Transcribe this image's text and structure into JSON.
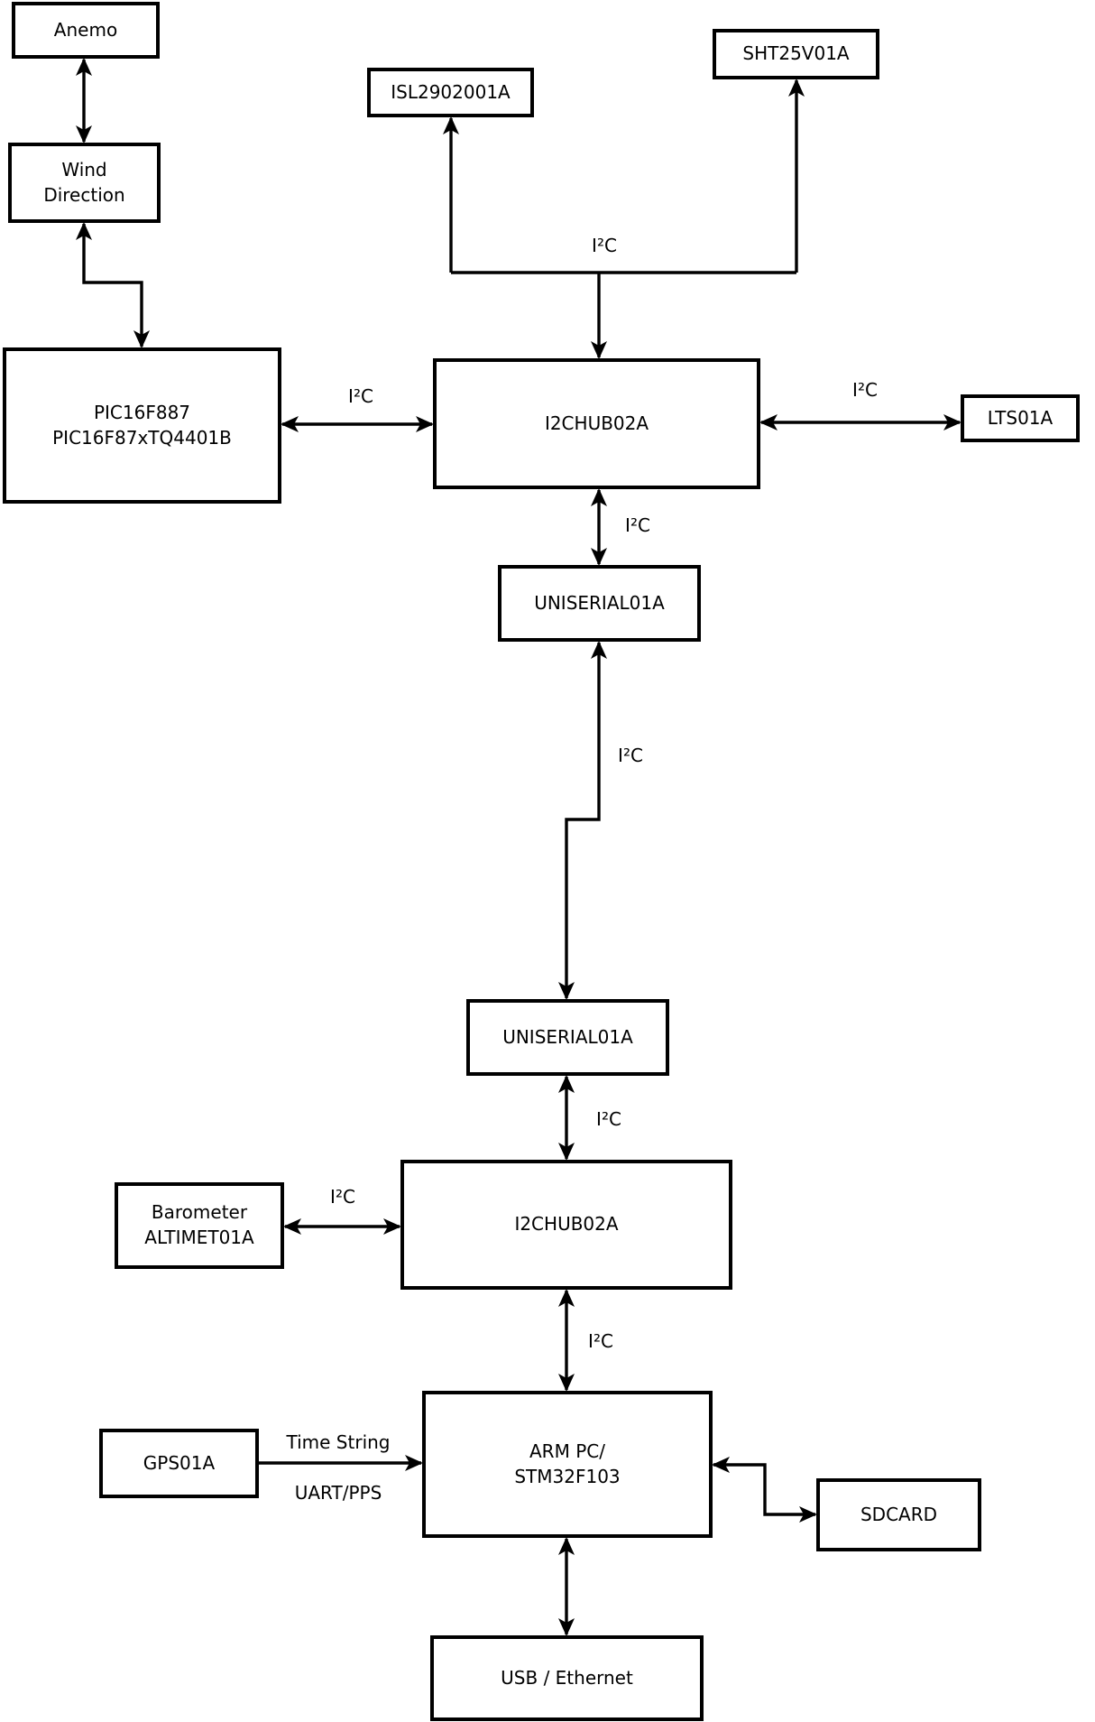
{
  "diagram": {
    "colors": {
      "line": "#000000",
      "background": "#ffffff"
    },
    "nodes": {
      "anemo": {
        "label": "Anemo"
      },
      "wind": {
        "label": "Wind\nDirection"
      },
      "pic": {
        "label": "PIC16F887\nPIC16F87xTQ4401B"
      },
      "isl": {
        "label": "ISL2902001A"
      },
      "sht": {
        "label": "SHT25V01A"
      },
      "hub1": {
        "label": "I2CHUB02A"
      },
      "lts": {
        "label": "LTS01A"
      },
      "uniserial1": {
        "label": "UNISERIAL01A"
      },
      "uniserial2": {
        "label": "UNISERIAL01A"
      },
      "hub2": {
        "label": "I2CHUB02A"
      },
      "barometer": {
        "label": "Barometer\nALTIMET01A"
      },
      "gps": {
        "label": "GPS01A"
      },
      "arm": {
        "label": "ARM PC/\nSTM32F103"
      },
      "sdcard": {
        "label": "SDCARD"
      },
      "usb": {
        "label": "USB / Ethernet"
      }
    },
    "edge_labels": {
      "top_bus_i2c": "I²C",
      "pic_hub1_i2c": "I²C",
      "hub1_lts_i2c": "I²C",
      "hub1_uni1_i2c": "I²C",
      "uni1_uni2_i2c": "I²C",
      "uni2_hub2_i2c": "I²C",
      "baro_hub2_i2c": "I²C",
      "hub2_arm_i2c": "I²C",
      "gps_time_string": "Time String",
      "gps_uart_pps": "UART/PPS"
    }
  }
}
